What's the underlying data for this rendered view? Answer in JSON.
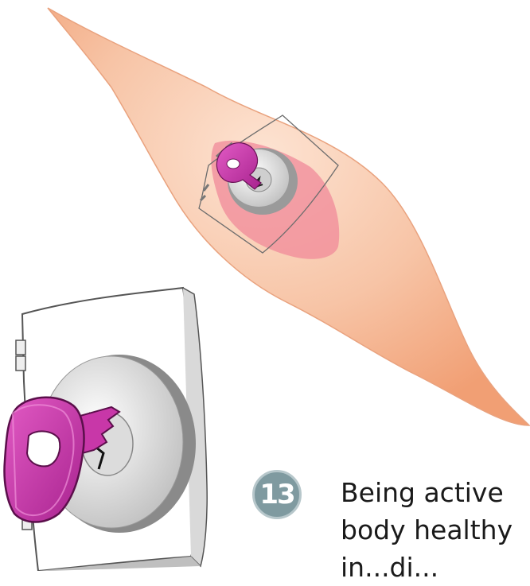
{
  "step": {
    "number": "13"
  },
  "caption": {
    "text": "Being active\nbody healthy\nin...di..."
  },
  "colors": {
    "cell_fill": "#f5b89a",
    "nucleus_fill": "#f08a9a",
    "key_fill": "#c837a8",
    "lock_fill": "#d8d8d8",
    "badge_fill": "#7f9aa0"
  },
  "icons": [
    "muscle-cell",
    "lock-door-icon",
    "key-icon",
    "zoomed-lock-door-icon",
    "zoomed-key-icon"
  ]
}
